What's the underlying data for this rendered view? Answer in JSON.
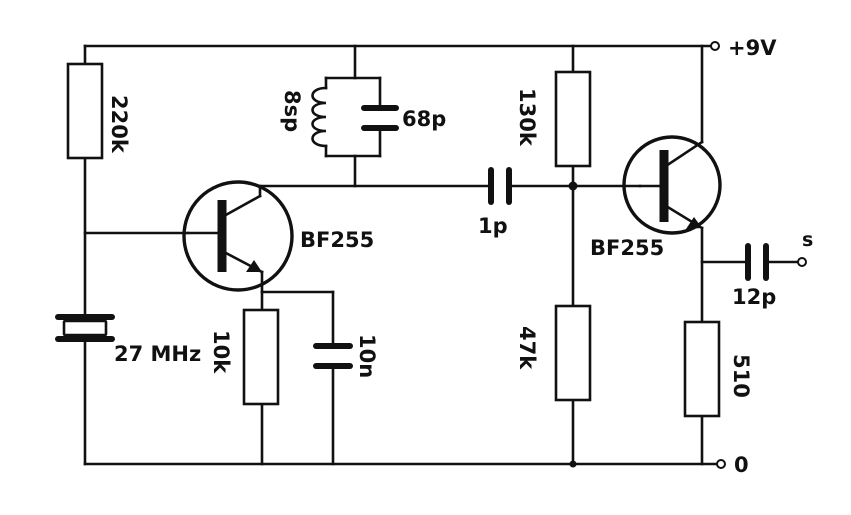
{
  "labels": {
    "supply": "+9V",
    "ground": "0",
    "output": "s",
    "r1": "220k",
    "crystal": "27 MHz",
    "coil": "8sp",
    "c_tank": "68p",
    "t1": "BF255",
    "r_emitter": "10k",
    "c_emitter": "10n",
    "c_couple": "1p",
    "r_bias_top": "130k",
    "r_bias_bottom": "47k",
    "t2": "BF255",
    "c_out": "12p",
    "r_load": "510"
  }
}
